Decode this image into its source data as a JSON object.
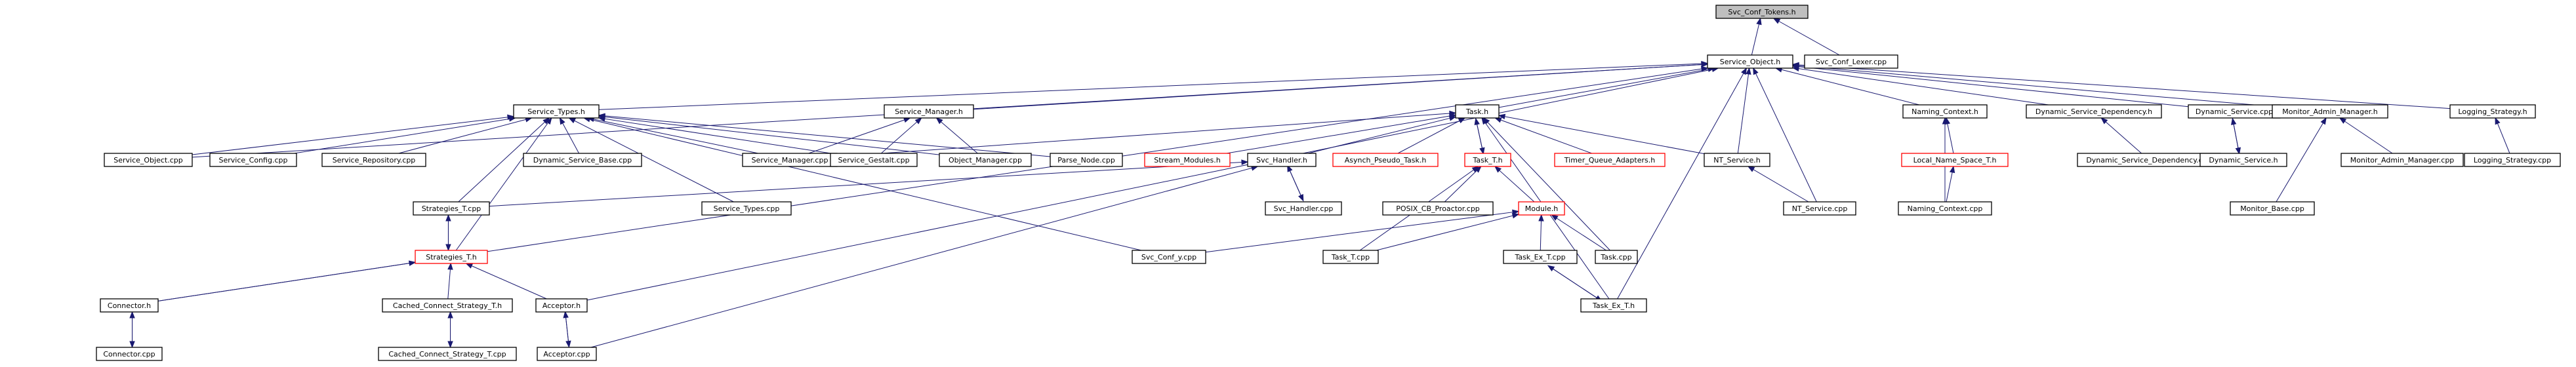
{
  "graph": {
    "colors": {
      "edge": "#191970",
      "root_fill": "#bfbfbf",
      "node_border": "#000000",
      "truncated_border": "#ff0000",
      "node_fill": "#ffffff"
    },
    "nodes": [
      {
        "id": "svc_conf_tokens_h",
        "label": "Svc_Conf_Tokens.h",
        "style": "root"
      },
      {
        "id": "service_object_h",
        "label": "Service_Object.h",
        "style": "normal"
      },
      {
        "id": "svc_conf_lexer_cpp",
        "label": "Svc_Conf_Lexer.cpp",
        "style": "normal"
      },
      {
        "id": "service_types_h",
        "label": "Service_Types.h",
        "style": "normal"
      },
      {
        "id": "service_manager_h",
        "label": "Service_Manager.h",
        "style": "normal"
      },
      {
        "id": "task_h",
        "label": "Task.h",
        "style": "normal"
      },
      {
        "id": "naming_context_h",
        "label": "Naming_Context.h",
        "style": "normal"
      },
      {
        "id": "dynamic_service_dependency_h",
        "label": "Dynamic_Service_Dependency.h",
        "style": "normal"
      },
      {
        "id": "dynamic_service_cpp",
        "label": "Dynamic_Service.cpp",
        "style": "normal"
      },
      {
        "id": "monitor_admin_manager_h",
        "label": "Monitor_Admin_Manager.h",
        "style": "normal"
      },
      {
        "id": "logging_strategy_h",
        "label": "Logging_Strategy.h",
        "style": "normal"
      },
      {
        "id": "service_object_cpp",
        "label": "Service_Object.cpp",
        "style": "normal"
      },
      {
        "id": "service_config_cpp",
        "label": "Service_Config.cpp",
        "style": "normal"
      },
      {
        "id": "service_repository_cpp",
        "label": "Service_Repository.cpp",
        "style": "normal"
      },
      {
        "id": "dynamic_service_base_cpp",
        "label": "Dynamic_Service_Base.cpp",
        "style": "normal"
      },
      {
        "id": "service_manager_cpp",
        "label": "Service_Manager.cpp",
        "style": "normal"
      },
      {
        "id": "service_gestalt_cpp",
        "label": "Service_Gestalt.cpp",
        "style": "normal"
      },
      {
        "id": "object_manager_cpp",
        "label": "Object_Manager.cpp",
        "style": "normal"
      },
      {
        "id": "parse_node_cpp",
        "label": "Parse_Node.cpp",
        "style": "normal"
      },
      {
        "id": "stream_modules_h",
        "label": "Stream_Modules.h",
        "style": "truncated"
      },
      {
        "id": "svc_handler_h",
        "label": "Svc_Handler.h",
        "style": "normal"
      },
      {
        "id": "asynch_pseudo_task_h",
        "label": "Asynch_Pseudo_Task.h",
        "style": "truncated"
      },
      {
        "id": "task_t_h",
        "label": "Task_T.h",
        "style": "truncated"
      },
      {
        "id": "timer_queue_adapters_h",
        "label": "Timer_Queue_Adapters.h",
        "style": "truncated"
      },
      {
        "id": "nt_service_h",
        "label": "NT_Service.h",
        "style": "normal"
      },
      {
        "id": "local_name_space_t_h",
        "label": "Local_Name_Space_T.h",
        "style": "truncated"
      },
      {
        "id": "dynamic_service_dependency_cpp",
        "label": "Dynamic_Service_Dependency.cpp",
        "style": "normal"
      },
      {
        "id": "dynamic_service_h",
        "label": "Dynamic_Service.h",
        "style": "normal"
      },
      {
        "id": "monitor_admin_manager_cpp",
        "label": "Monitor_Admin_Manager.cpp",
        "style": "normal"
      },
      {
        "id": "logging_strategy_cpp",
        "label": "Logging_Strategy.cpp",
        "style": "normal"
      },
      {
        "id": "strategies_t_cpp",
        "label": "Strategies_T.cpp",
        "style": "normal"
      },
      {
        "id": "service_types_cpp",
        "label": "Service_Types.cpp",
        "style": "normal"
      },
      {
        "id": "svc_handler_cpp",
        "label": "Svc_Handler.cpp",
        "style": "normal"
      },
      {
        "id": "posix_cb_proactor_cpp",
        "label": "POSIX_CB_Proactor.cpp",
        "style": "normal"
      },
      {
        "id": "module_h",
        "label": "Module.h",
        "style": "truncated"
      },
      {
        "id": "nt_service_cpp",
        "label": "NT_Service.cpp",
        "style": "normal"
      },
      {
        "id": "naming_context_cpp",
        "label": "Naming_Context.cpp",
        "style": "normal"
      },
      {
        "id": "monitor_base_cpp",
        "label": "Monitor_Base.cpp",
        "style": "normal"
      },
      {
        "id": "strategies_t_h",
        "label": "Strategies_T.h",
        "style": "truncated"
      },
      {
        "id": "svc_conf_y_cpp",
        "label": "Svc_Conf_y.cpp",
        "style": "normal"
      },
      {
        "id": "task_t_cpp",
        "label": "Task_T.cpp",
        "style": "normal"
      },
      {
        "id": "task_ex_t_cpp",
        "label": "Task_Ex_T.cpp",
        "style": "normal"
      },
      {
        "id": "task_cpp",
        "label": "Task.cpp",
        "style": "normal"
      },
      {
        "id": "connector_h",
        "label": "Connector.h",
        "style": "normal"
      },
      {
        "id": "cached_connect_strategy_t_h",
        "label": "Cached_Connect_Strategy_T.h",
        "style": "normal"
      },
      {
        "id": "acceptor_h",
        "label": "Acceptor.h",
        "style": "normal"
      },
      {
        "id": "task_ex_t_h",
        "label": "Task_Ex_T.h",
        "style": "normal"
      },
      {
        "id": "connector_cpp",
        "label": "Connector.cpp",
        "style": "normal"
      },
      {
        "id": "cached_connect_strategy_t_cpp",
        "label": "Cached_Connect_Strategy_T.cpp",
        "style": "normal"
      },
      {
        "id": "acceptor_cpp",
        "label": "Acceptor.cpp",
        "style": "normal"
      }
    ],
    "edges": [
      [
        "svc_conf_tokens_h",
        "service_object_h"
      ],
      [
        "svc_conf_tokens_h",
        "svc_conf_lexer_cpp"
      ],
      [
        "service_object_h",
        "service_types_h"
      ],
      [
        "service_object_h",
        "service_manager_h"
      ],
      [
        "service_object_h",
        "task_h"
      ],
      [
        "service_object_h",
        "naming_context_h"
      ],
      [
        "service_object_h",
        "dynamic_service_dependency_h"
      ],
      [
        "service_object_h",
        "dynamic_service_cpp"
      ],
      [
        "service_object_h",
        "monitor_admin_manager_h"
      ],
      [
        "service_object_h",
        "logging_strategy_h"
      ],
      [
        "service_object_h",
        "service_object_cpp"
      ],
      [
        "service_object_h",
        "nt_service_h"
      ],
      [
        "service_object_h",
        "nt_service_cpp"
      ],
      [
        "service_object_h",
        "connector_h"
      ],
      [
        "service_object_h",
        "acceptor_h"
      ],
      [
        "service_object_h",
        "task_ex_t_h"
      ],
      [
        "service_types_h",
        "service_object_cpp"
      ],
      [
        "service_types_h",
        "service_config_cpp"
      ],
      [
        "service_types_h",
        "service_repository_cpp"
      ],
      [
        "service_types_h",
        "dynamic_service_base_cpp"
      ],
      [
        "service_types_h",
        "service_manager_cpp"
      ],
      [
        "service_types_h",
        "service_gestalt_cpp"
      ],
      [
        "service_types_h",
        "object_manager_cpp"
      ],
      [
        "service_types_h",
        "parse_node_cpp"
      ],
      [
        "service_types_h",
        "strategies_t_cpp"
      ],
      [
        "service_types_h",
        "service_types_cpp"
      ],
      [
        "service_types_h",
        "svc_conf_y_cpp"
      ],
      [
        "service_types_h",
        "strategies_t_h"
      ],
      [
        "service_manager_h",
        "service_manager_cpp"
      ],
      [
        "service_manager_h",
        "service_gestalt_cpp"
      ],
      [
        "service_manager_h",
        "object_manager_cpp"
      ],
      [
        "task_h",
        "service_manager_cpp"
      ],
      [
        "task_h",
        "stream_modules_h"
      ],
      [
        "task_h",
        "svc_handler_h"
      ],
      [
        "task_h",
        "asynch_pseudo_task_h"
      ],
      [
        "task_h",
        "task_t_h"
      ],
      [
        "task_h",
        "timer_queue_adapters_h"
      ],
      [
        "task_h",
        "nt_service_h"
      ],
      [
        "task_h",
        "task_cpp"
      ],
      [
        "task_h",
        "task_ex_t_h"
      ],
      [
        "naming_context_h",
        "local_name_space_t_h"
      ],
      [
        "naming_context_h",
        "naming_context_cpp"
      ],
      [
        "local_name_space_t_h",
        "naming_context_cpp"
      ],
      [
        "dynamic_service_dependency_h",
        "dynamic_service_dependency_cpp"
      ],
      [
        "dynamic_service_cpp",
        "dynamic_service_h"
      ],
      [
        "dynamic_service_h",
        "dynamic_service_cpp"
      ],
      [
        "monitor_admin_manager_h",
        "monitor_admin_manager_cpp"
      ],
      [
        "monitor_admin_manager_h",
        "monitor_base_cpp"
      ],
      [
        "logging_strategy_h",
        "logging_strategy_cpp"
      ],
      [
        "nt_service_h",
        "nt_service_cpp"
      ],
      [
        "svc_handler_h",
        "svc_handler_cpp"
      ],
      [
        "svc_handler_cpp",
        "svc_handler_h"
      ],
      [
        "svc_handler_h",
        "strategies_t_cpp"
      ],
      [
        "svc_handler_h",
        "acceptor_cpp"
      ],
      [
        "task_t_h",
        "task_h"
      ],
      [
        "task_t_h",
        "posix_cb_proactor_cpp"
      ],
      [
        "task_t_h",
        "module_h"
      ],
      [
        "task_t_h",
        "task_t_cpp"
      ],
      [
        "module_h",
        "task_t_cpp"
      ],
      [
        "module_h",
        "svc_conf_y_cpp"
      ],
      [
        "module_h",
        "task_ex_t_cpp"
      ],
      [
        "module_h",
        "task_cpp"
      ],
      [
        "task_ex_t_cpp",
        "task_ex_t_h"
      ],
      [
        "task_ex_t_h",
        "task_ex_t_cpp"
      ],
      [
        "strategies_t_cpp",
        "strategies_t_h"
      ],
      [
        "strategies_t_h",
        "strategies_t_cpp"
      ],
      [
        "strategies_t_h",
        "connector_h"
      ],
      [
        "strategies_t_h",
        "cached_connect_strategy_t_h"
      ],
      [
        "strategies_t_h",
        "acceptor_h"
      ],
      [
        "connector_h",
        "connector_cpp"
      ],
      [
        "connector_cpp",
        "connector_h"
      ],
      [
        "cached_connect_strategy_t_h",
        "cached_connect_strategy_t_cpp"
      ],
      [
        "cached_connect_strategy_t_cpp",
        "cached_connect_strategy_t_h"
      ],
      [
        "acceptor_h",
        "acceptor_cpp"
      ],
      [
        "acceptor_cpp",
        "acceptor_h"
      ]
    ]
  }
}
